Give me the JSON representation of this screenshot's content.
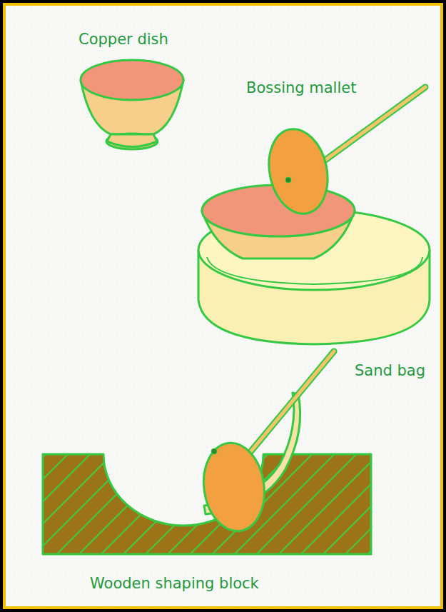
{
  "diagram": {
    "labels": [
      "Copper dish",
      "Bossing mallet",
      "Sand bag",
      "Wooden shaping block"
    ]
  }
}
